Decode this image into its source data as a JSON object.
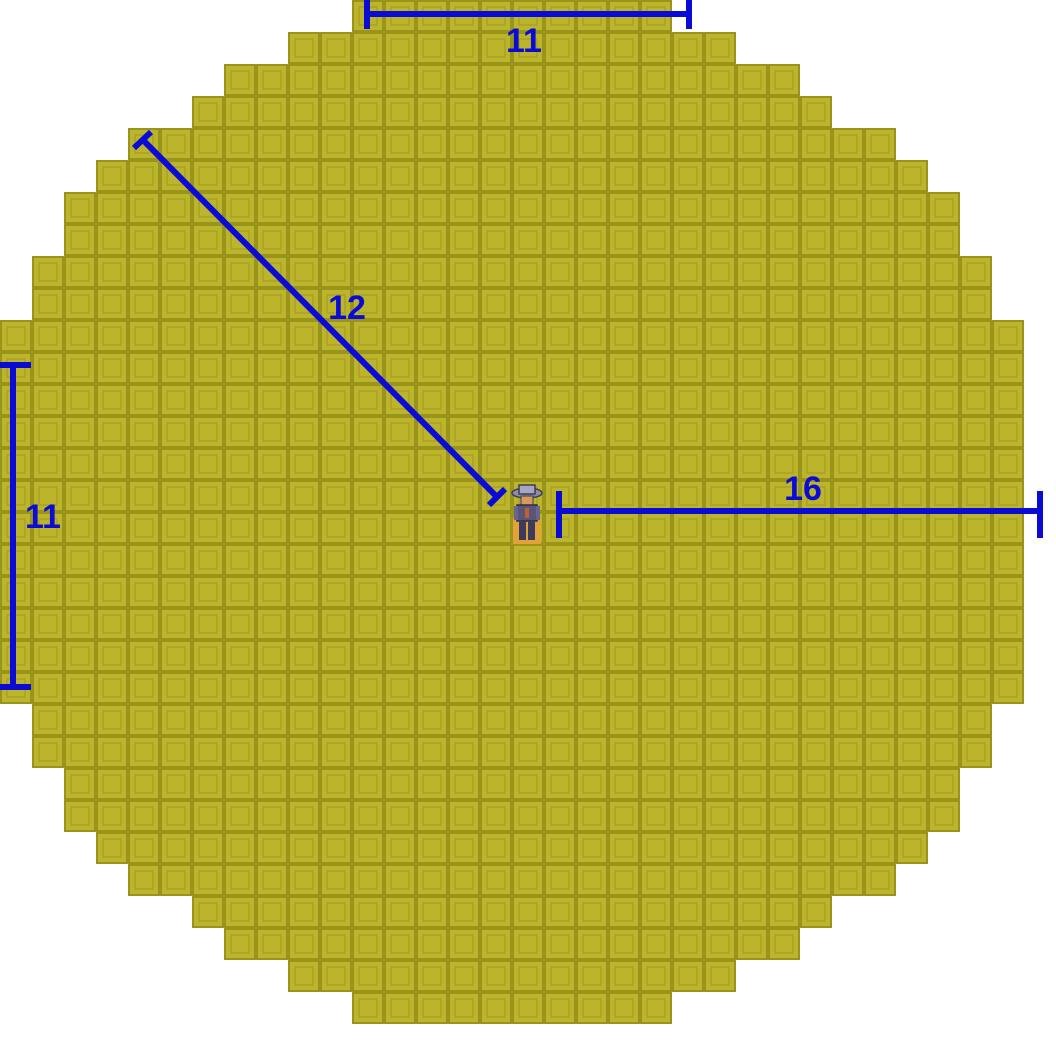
{
  "game": {
    "tile_radius": 16,
    "tile_fill": "#bcb52c",
    "tile_border": "#99941c",
    "measure_color": "#0b0bd6",
    "player_icon": "farmer-character-icon"
  },
  "measurements": {
    "top_width": "11",
    "diagonal": "12",
    "left_height": "11",
    "right_radius": "16"
  }
}
